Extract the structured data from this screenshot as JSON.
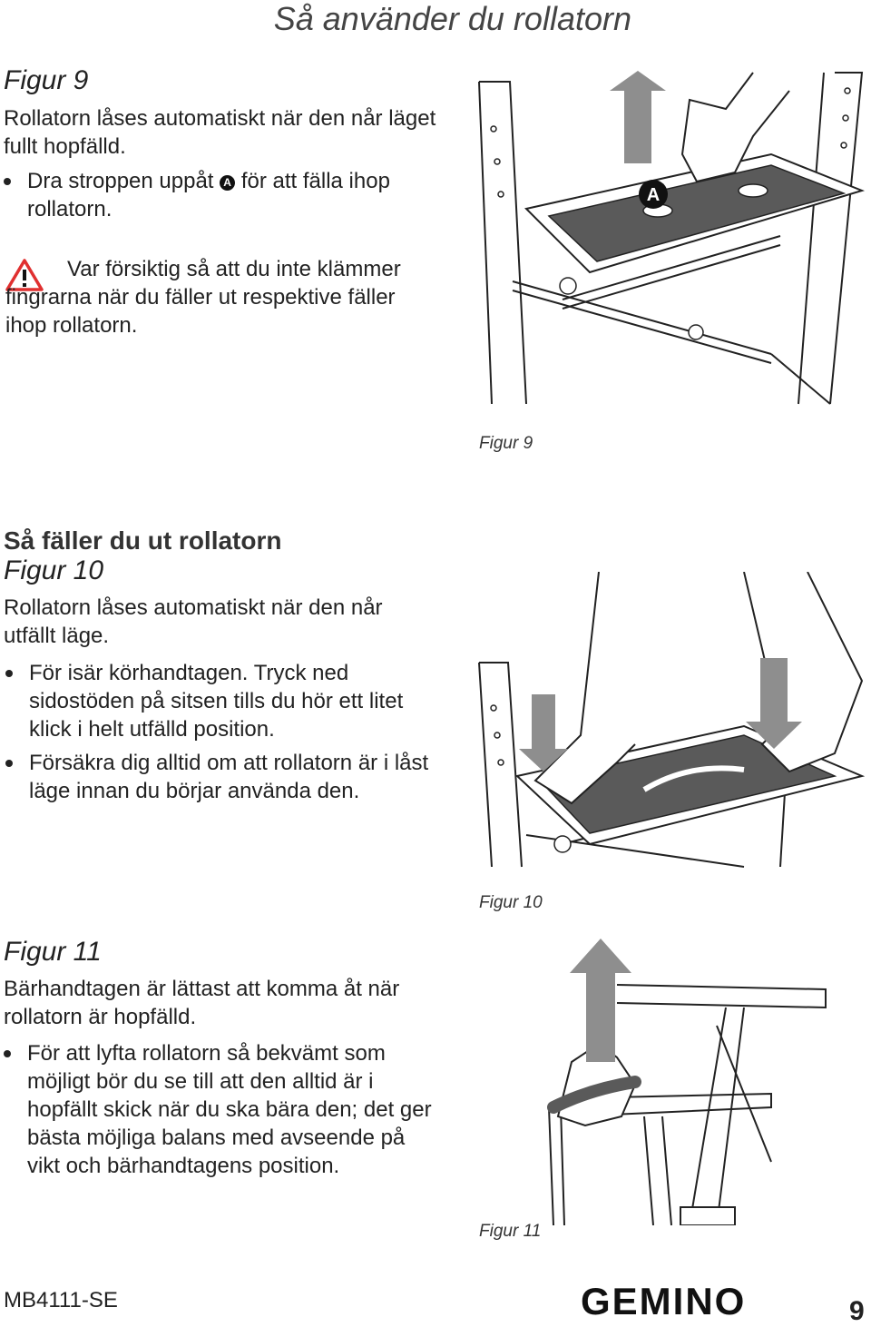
{
  "header": {
    "title": "Så använder du rollatorn"
  },
  "fig9": {
    "heading": "Figur 9",
    "intro": "Rollatorn låses automatiskt när den når läget fullt hopfälld.",
    "bullet_pre": "Dra stroppen uppåt",
    "bullet_marker": "A",
    "bullet_post": "för att fälla ihop rollatorn.",
    "warning": "Var försiktig så att du inte klämmer fingrarna när du fäller ut respektive fäller ihop rollatorn.",
    "caption": "Figur 9",
    "callout": "A"
  },
  "fig10": {
    "section_title": "Så fäller du ut rollatorn",
    "heading": "Figur 10",
    "intro": "Rollatorn låses automatiskt när den når utfällt läge.",
    "bullets": [
      "För isär körhandtagen. Tryck ned sidostöden på sitsen tills du hör ett litet klick i helt utfälld position.",
      "Försäkra dig alltid om att rollatorn är i låst läge innan du börjar använda den."
    ],
    "caption": "Figur 10"
  },
  "fig11": {
    "heading": "Figur 11",
    "intro": "Bärhandtagen är lättast att komma åt när rollatorn är hopfälld.",
    "bullets": [
      "För att lyfta rollatorn så bekvämt som möjligt bör du se till att den alltid är i hopfällt skick när du ska bära den; det ger bästa möjliga balans med avseende på vikt och bärhandtagens position."
    ],
    "caption": "Figur 11"
  },
  "footer": {
    "code": "MB4111-SE",
    "brand": "GEMINO",
    "page": "9"
  },
  "colors": {
    "seat": "#5a5a5a",
    "arrow": "#8e8e8e",
    "warning": "#e03030"
  }
}
